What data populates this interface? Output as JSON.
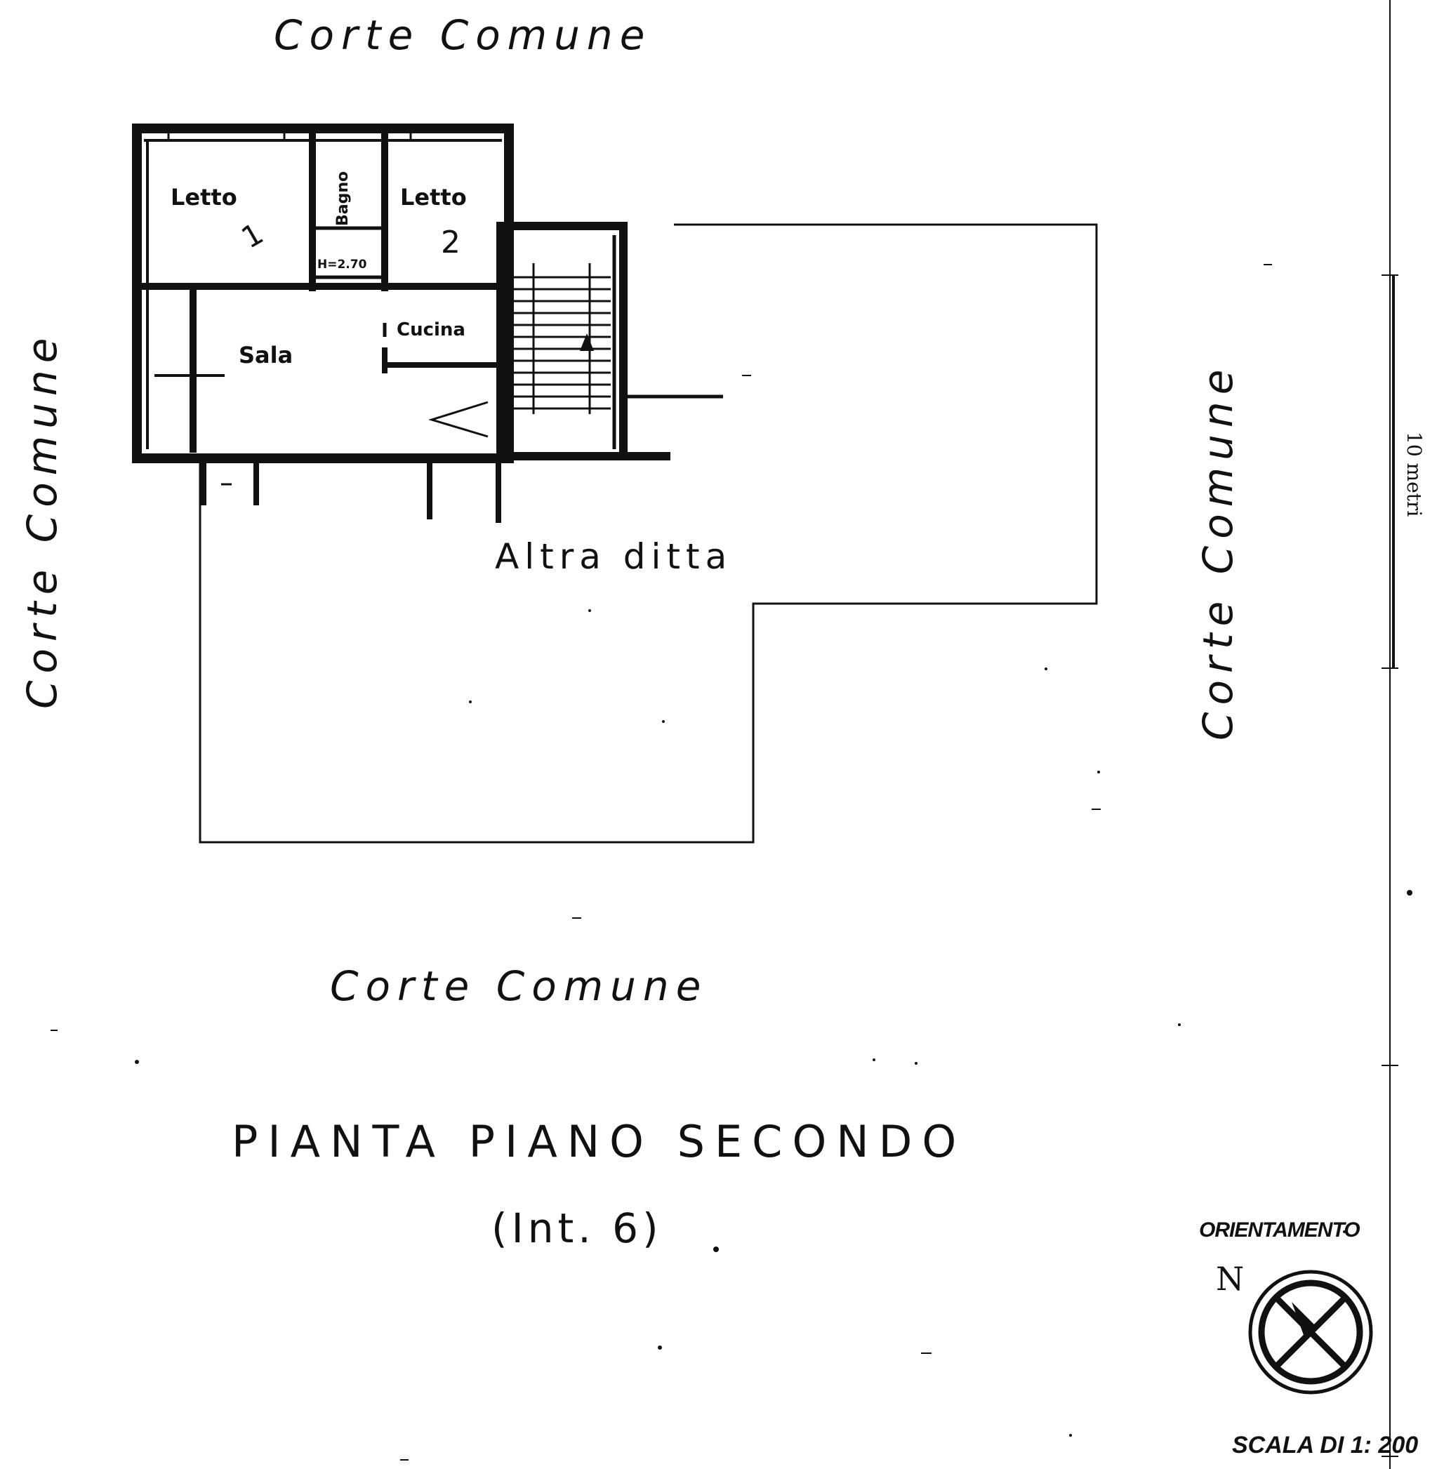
{
  "labels": {
    "corte_top": "Corte Comune",
    "corte_left": "Corte Comune",
    "corte_right": "Corte Comune",
    "corte_bottom": "Corte Comune",
    "altra_ditta": "Altra ditta"
  },
  "rooms": {
    "letto_1": "Letto",
    "letto_1_num": "1",
    "bagno": "Bagno",
    "bagno_height": "H=2.70",
    "letto_2": "Letto",
    "letto_2_num": "2",
    "sala": "Sala",
    "cucina": "Cucina"
  },
  "title": {
    "line1": "PIANTA PIANO SECONDO",
    "line2": "(Int. 6)"
  },
  "scale_bar": {
    "label": "10 metri"
  },
  "orientation": {
    "heading": "ORIENTAMENTO",
    "north": "N"
  },
  "scale_text": "SCALA DI 1: 200"
}
